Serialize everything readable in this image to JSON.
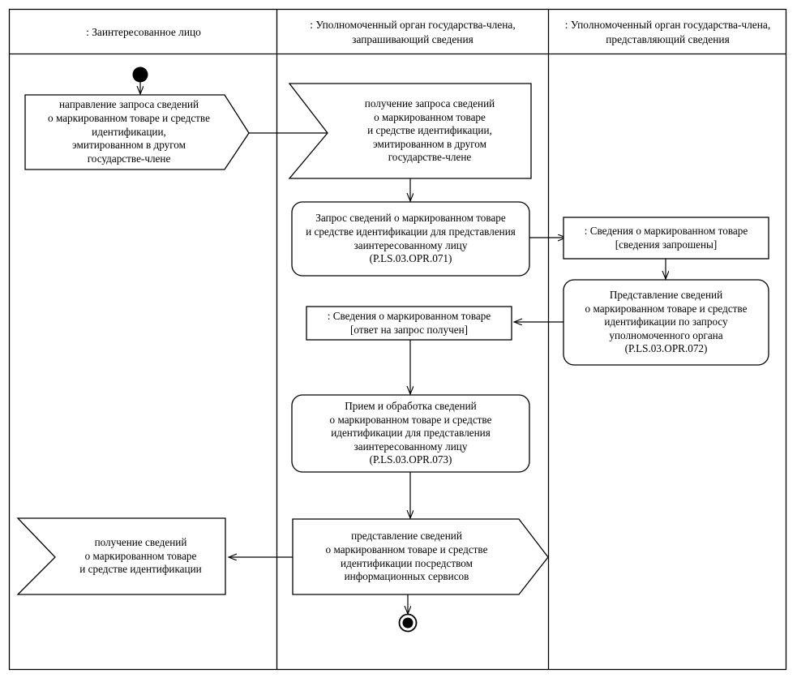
{
  "diagram": {
    "type": "uml-activity-swimlane",
    "background": "#ffffff",
    "line_color": "#000000",
    "lanes": [
      {
        "id": "lane-interested-party",
        "title": ": Заинтересованное лицо"
      },
      {
        "id": "lane-requesting-authority",
        "title": ": Уполномоченный орган государства-члена,\nзапрашивающий сведения"
      },
      {
        "id": "lane-providing-authority",
        "title": ": Уполномоченный орган государства-члена,\nпредставляющий сведения"
      }
    ],
    "nodes": [
      {
        "id": "start-node",
        "kind": "initial-node",
        "lane": 0,
        "label": ""
      },
      {
        "id": "send-request-node",
        "kind": "send-signal",
        "lane": 0,
        "label": "направление запроса сведений\nо маркированном товаре и средстве\nидентификации,\nэмитированном в другом\nгосударстве-члене"
      },
      {
        "id": "receive-request-node",
        "kind": "receive-signal",
        "lane": 1,
        "label": "получение запроса сведений\nо маркированном товаре\nи средстве идентификации,\nэмитированном в другом\nгосударстве-члене"
      },
      {
        "id": "activity-opr-071",
        "kind": "action",
        "lane": 1,
        "label": "Запрос сведений о маркированном товаре\nи средстве идентификации для представления\nзаинтересованному лицу\n(P.LS.03.OPR.071)"
      },
      {
        "id": "object-info-requested",
        "kind": "object-node",
        "lane": 2,
        "label": ": Сведения о маркированном товаре\n[сведения запрошены]"
      },
      {
        "id": "activity-opr-072",
        "kind": "action",
        "lane": 2,
        "label": "Представление сведений\nо маркированном товаре и средстве\nидентификации по запросу\nуполномоченного органа\n(P.LS.03.OPR.072)"
      },
      {
        "id": "object-response-received",
        "kind": "object-node",
        "lane": 1,
        "label": ": Сведения о маркированном товаре\n[ответ на запрос получен]"
      },
      {
        "id": "activity-opr-073",
        "kind": "action",
        "lane": 1,
        "label": "Прием и обработка сведений\nо маркированном товаре и средстве\nидентификации для представления\nзаинтересованному лицу\n(P.LS.03.OPR.073)"
      },
      {
        "id": "send-info-node",
        "kind": "send-signal",
        "lane": 1,
        "label": "представление сведений\nо маркированном товаре и средстве\nидентификации посредством\nинформационных сервисов"
      },
      {
        "id": "receive-info-node",
        "kind": "receive-signal",
        "lane": 0,
        "label": "получение сведений\nо маркированном товаре\nи средстве идентификации"
      },
      {
        "id": "end-node",
        "kind": "final-node",
        "lane": 1,
        "label": ""
      }
    ],
    "edges": [
      {
        "id": "edge-start-to-send-request",
        "from": "start-node",
        "to": "send-request-node"
      },
      {
        "id": "edge-send-request-to-receive-request",
        "from": "send-request-node",
        "to": "receive-request-node"
      },
      {
        "id": "edge-receive-request-to-opr-071",
        "from": "receive-request-node",
        "to": "activity-opr-071"
      },
      {
        "id": "edge-opr-071-to-object-requested",
        "from": "activity-opr-071",
        "to": "object-info-requested"
      },
      {
        "id": "edge-object-requested-to-opr-072",
        "from": "object-info-requested",
        "to": "activity-opr-072"
      },
      {
        "id": "edge-opr-072-to-object-response",
        "from": "activity-opr-072",
        "to": "object-response-received"
      },
      {
        "id": "edge-object-response-to-opr-073",
        "from": "object-response-received",
        "to": "activity-opr-073"
      },
      {
        "id": "edge-opr-073-to-send-info",
        "from": "activity-opr-073",
        "to": "send-info-node"
      },
      {
        "id": "edge-send-info-to-receive-info",
        "from": "send-info-node",
        "to": "receive-info-node"
      },
      {
        "id": "edge-send-info-to-end",
        "from": "send-info-node",
        "to": "end-node"
      }
    ]
  }
}
